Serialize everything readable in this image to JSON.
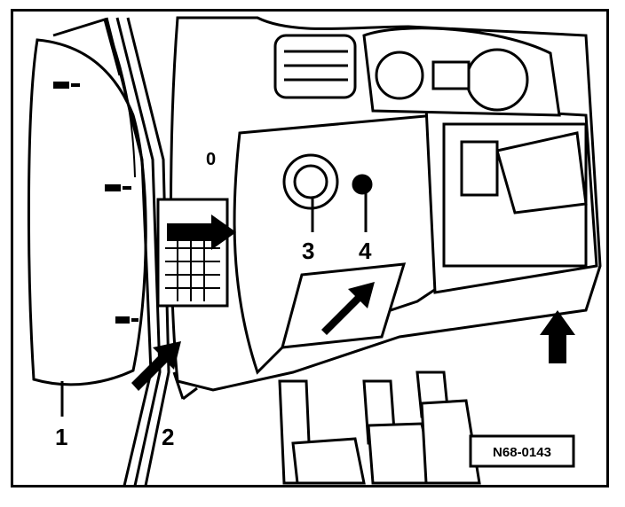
{
  "callouts": {
    "one": "1",
    "two": "2",
    "three": "3",
    "four": "4",
    "zero": "0"
  },
  "reference_code": "N68-0143",
  "colors": {
    "ink": "#000000",
    "paper": "#ffffff"
  }
}
